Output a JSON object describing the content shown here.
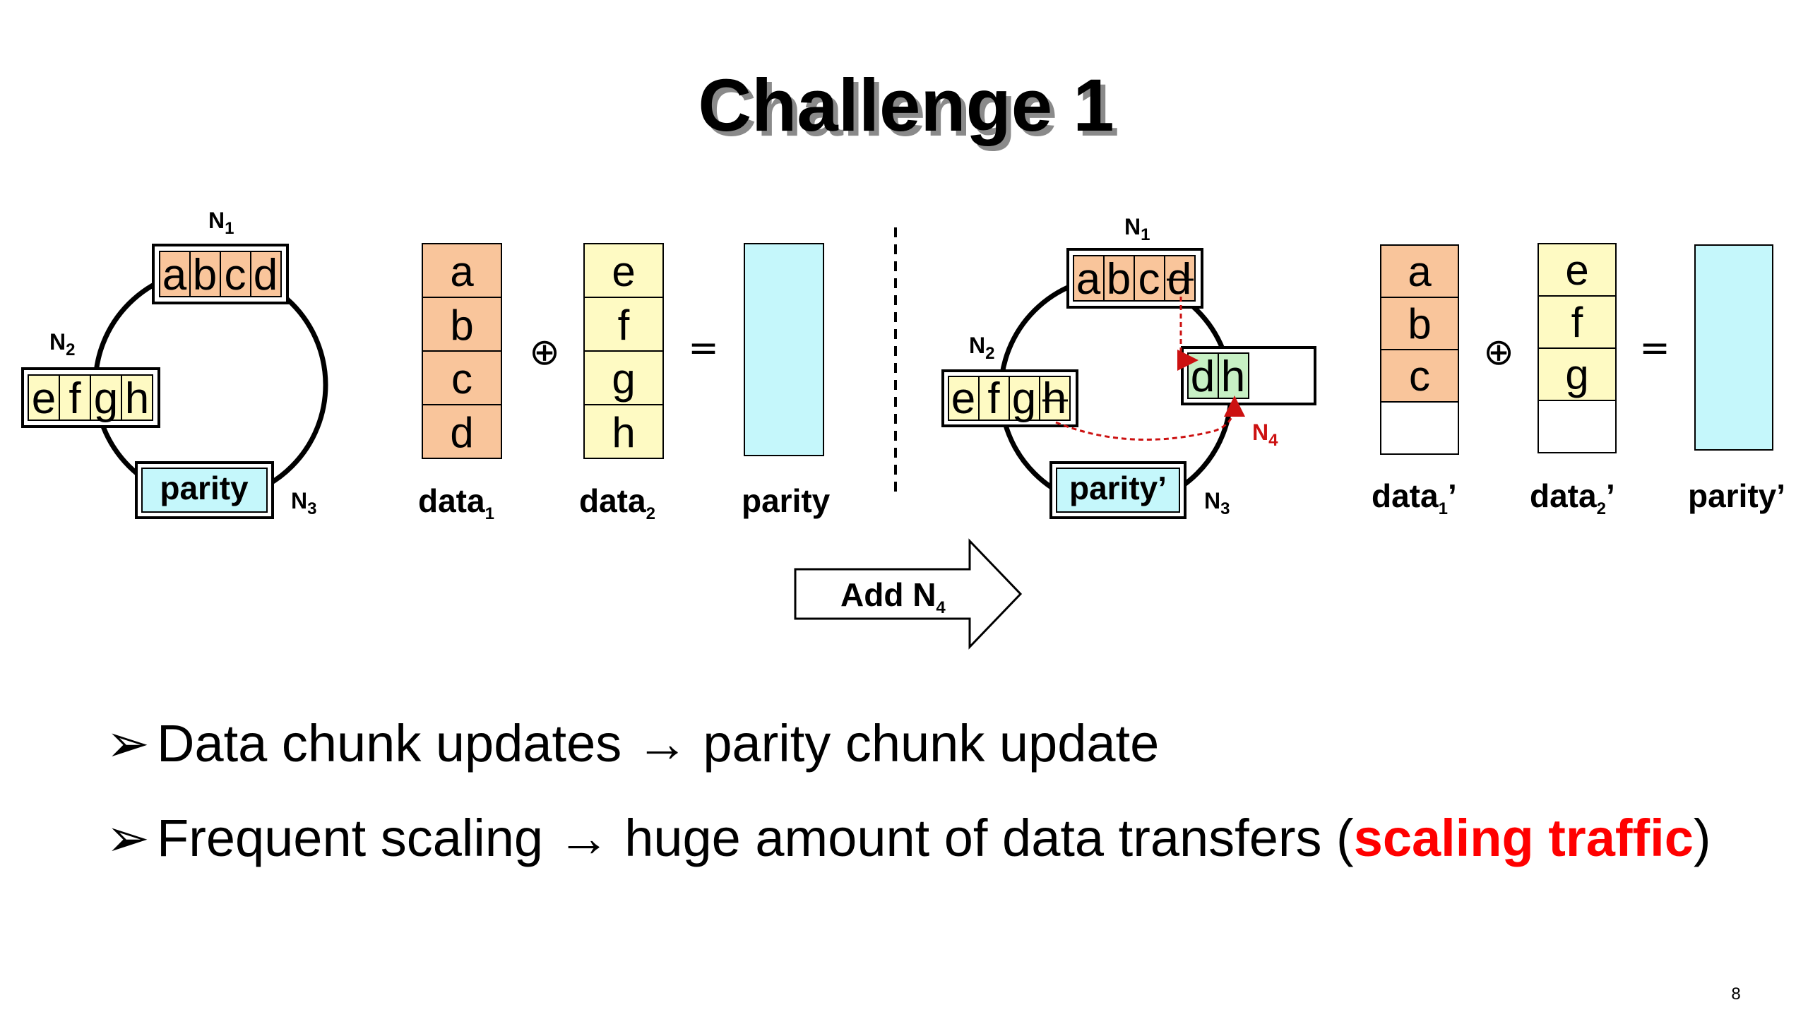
{
  "title": "Challenge 1",
  "colors": {
    "data1": "#f9c59b",
    "data2": "#fefac3",
    "parity": "#c5f7fb",
    "moved": "#c7f0c4",
    "red": "#cc1111",
    "highlight": "#ff0000"
  },
  "left_ring": {
    "n1_chunk": [
      "a",
      "b",
      "c",
      "d"
    ],
    "n2_chunk": [
      "e",
      "f",
      "g",
      "h"
    ],
    "n3_label": "parity",
    "labels": {
      "n1": "N",
      "n1_sub": "1",
      "n2": "N",
      "n2_sub": "2",
      "n3": "N",
      "n3_sub": "3"
    }
  },
  "left_stripe": {
    "data1": [
      "a",
      "b",
      "c",
      "d"
    ],
    "data2": [
      "e",
      "f",
      "g",
      "h"
    ],
    "xor_symbol": "⊕",
    "equals_symbol": "=",
    "data1_label": "data",
    "data1_sub": "1",
    "data2_label": "data",
    "data2_sub": "2",
    "parity_label": "parity"
  },
  "right_ring": {
    "n1_chunk": [
      "a",
      "b",
      "c",
      "d"
    ],
    "n2_chunk": [
      "e",
      "f",
      "g",
      "h"
    ],
    "n4_chunk": [
      "d",
      "h"
    ],
    "n3_label": "parity’",
    "labels": {
      "n1": "N",
      "n1_sub": "1",
      "n2": "N",
      "n2_sub": "2",
      "n3": "N",
      "n3_sub": "3",
      "n4": "N",
      "n4_sub": "4"
    }
  },
  "right_stripe": {
    "data1": [
      "a",
      "b",
      "c",
      ""
    ],
    "data2": [
      "e",
      "f",
      "g",
      ""
    ],
    "xor_symbol": "⊕",
    "equals_symbol": "=",
    "data1_label": "data",
    "data1_sub": "1",
    "data1_prime": "’",
    "data2_label": "data",
    "data2_sub": "2",
    "data2_prime": "’",
    "parity_label": "parity’"
  },
  "arrow": {
    "label": "Add N",
    "label_sub": "4"
  },
  "bullets": [
    {
      "marker": "➢",
      "text": "Data chunk updates → parity chunk update"
    },
    {
      "marker": "➢",
      "text_before": "Frequent scaling → huge amount of data transfers (",
      "highlight": "scaling traffic",
      "text_after": ")"
    }
  ],
  "page_number": "8"
}
